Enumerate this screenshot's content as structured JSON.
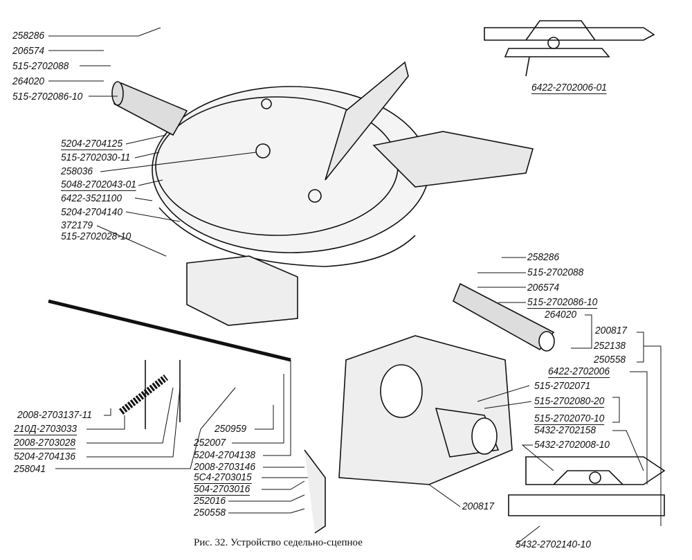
{
  "caption": "Рис. 32. Устройство седельно-сцепное",
  "labels": {
    "l1": "258286",
    "l2": "206574",
    "l3": "515-2702088",
    "l4": "264020",
    "l5": "515-2702086-10",
    "l6": "5204-2704125",
    "l7": "515-2702030-11",
    "l8": "258036",
    "l9": "5048-2702043-01",
    "l10": "6422-3521100",
    "l11": "5204-2704140",
    "l12": "372179",
    "l13": "515-2702028-10",
    "l14": "2008-2703137-11",
    "l15": "210Д-2703033",
    "l16": "2008-2703028",
    "l17": "5204-2704136",
    "l18": "258041",
    "m1": "250959",
    "m2": "252007",
    "m3": "5204-2704138",
    "m4": "2008-2703146",
    "m5": "5С4-2703015",
    "m6": "504-2703016",
    "m7": "252016",
    "m8": "250558",
    "r1": "258286",
    "r2": "515-2702088",
    "r3": "206574",
    "r4": "515-2702086-10",
    "r5": "264020",
    "r6": "200817",
    "r7": "252138",
    "r8": "250558",
    "r9": "6422-2702006",
    "r10": "515-2702071",
    "r11": "515-2702080-20",
    "r12": "515-2702070-10",
    "r13": "5432-2702158",
    "r14": "5432-2702008-10",
    "r15": "200817",
    "r16": "5432-2702140-10",
    "t1": "6422-2702006-01"
  }
}
